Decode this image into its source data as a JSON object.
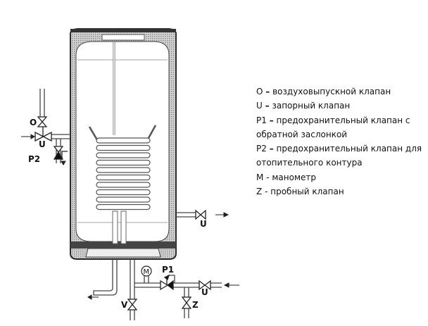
{
  "diagram": {
    "labels": {
      "o_valve": "O",
      "u_inlet": "U",
      "p2": "P2",
      "u_outlet": "U",
      "manometer": "M",
      "p1": "P1",
      "v_valve": "V",
      "z_valve": "Z",
      "u_cold": "U"
    },
    "coil_turns": 10,
    "colors": {
      "insulation": "#bdbdbd",
      "line": "#333333",
      "shell": "#2a2a2a"
    }
  },
  "legend": [
    {
      "code": "O",
      "sep": "–",
      "text": "воздуховыпускной клапан"
    },
    {
      "code": "U",
      "sep": "–",
      "text": "запорный клапан"
    },
    {
      "code": "P1",
      "sep": "–",
      "text": "предохранительный клапан с"
    },
    {
      "code": "",
      "sep": "",
      "text": "обратной заслонкой"
    },
    {
      "code": "P2",
      "sep": "–",
      "text": "предохранительный клапан для"
    },
    {
      "code": "",
      "sep": "",
      "text": "отопительного контура"
    },
    {
      "code": "M",
      "sep": "-",
      "text": "манометр"
    },
    {
      "code": "Z",
      "sep": "-",
      "text": "пробный клапан"
    }
  ]
}
